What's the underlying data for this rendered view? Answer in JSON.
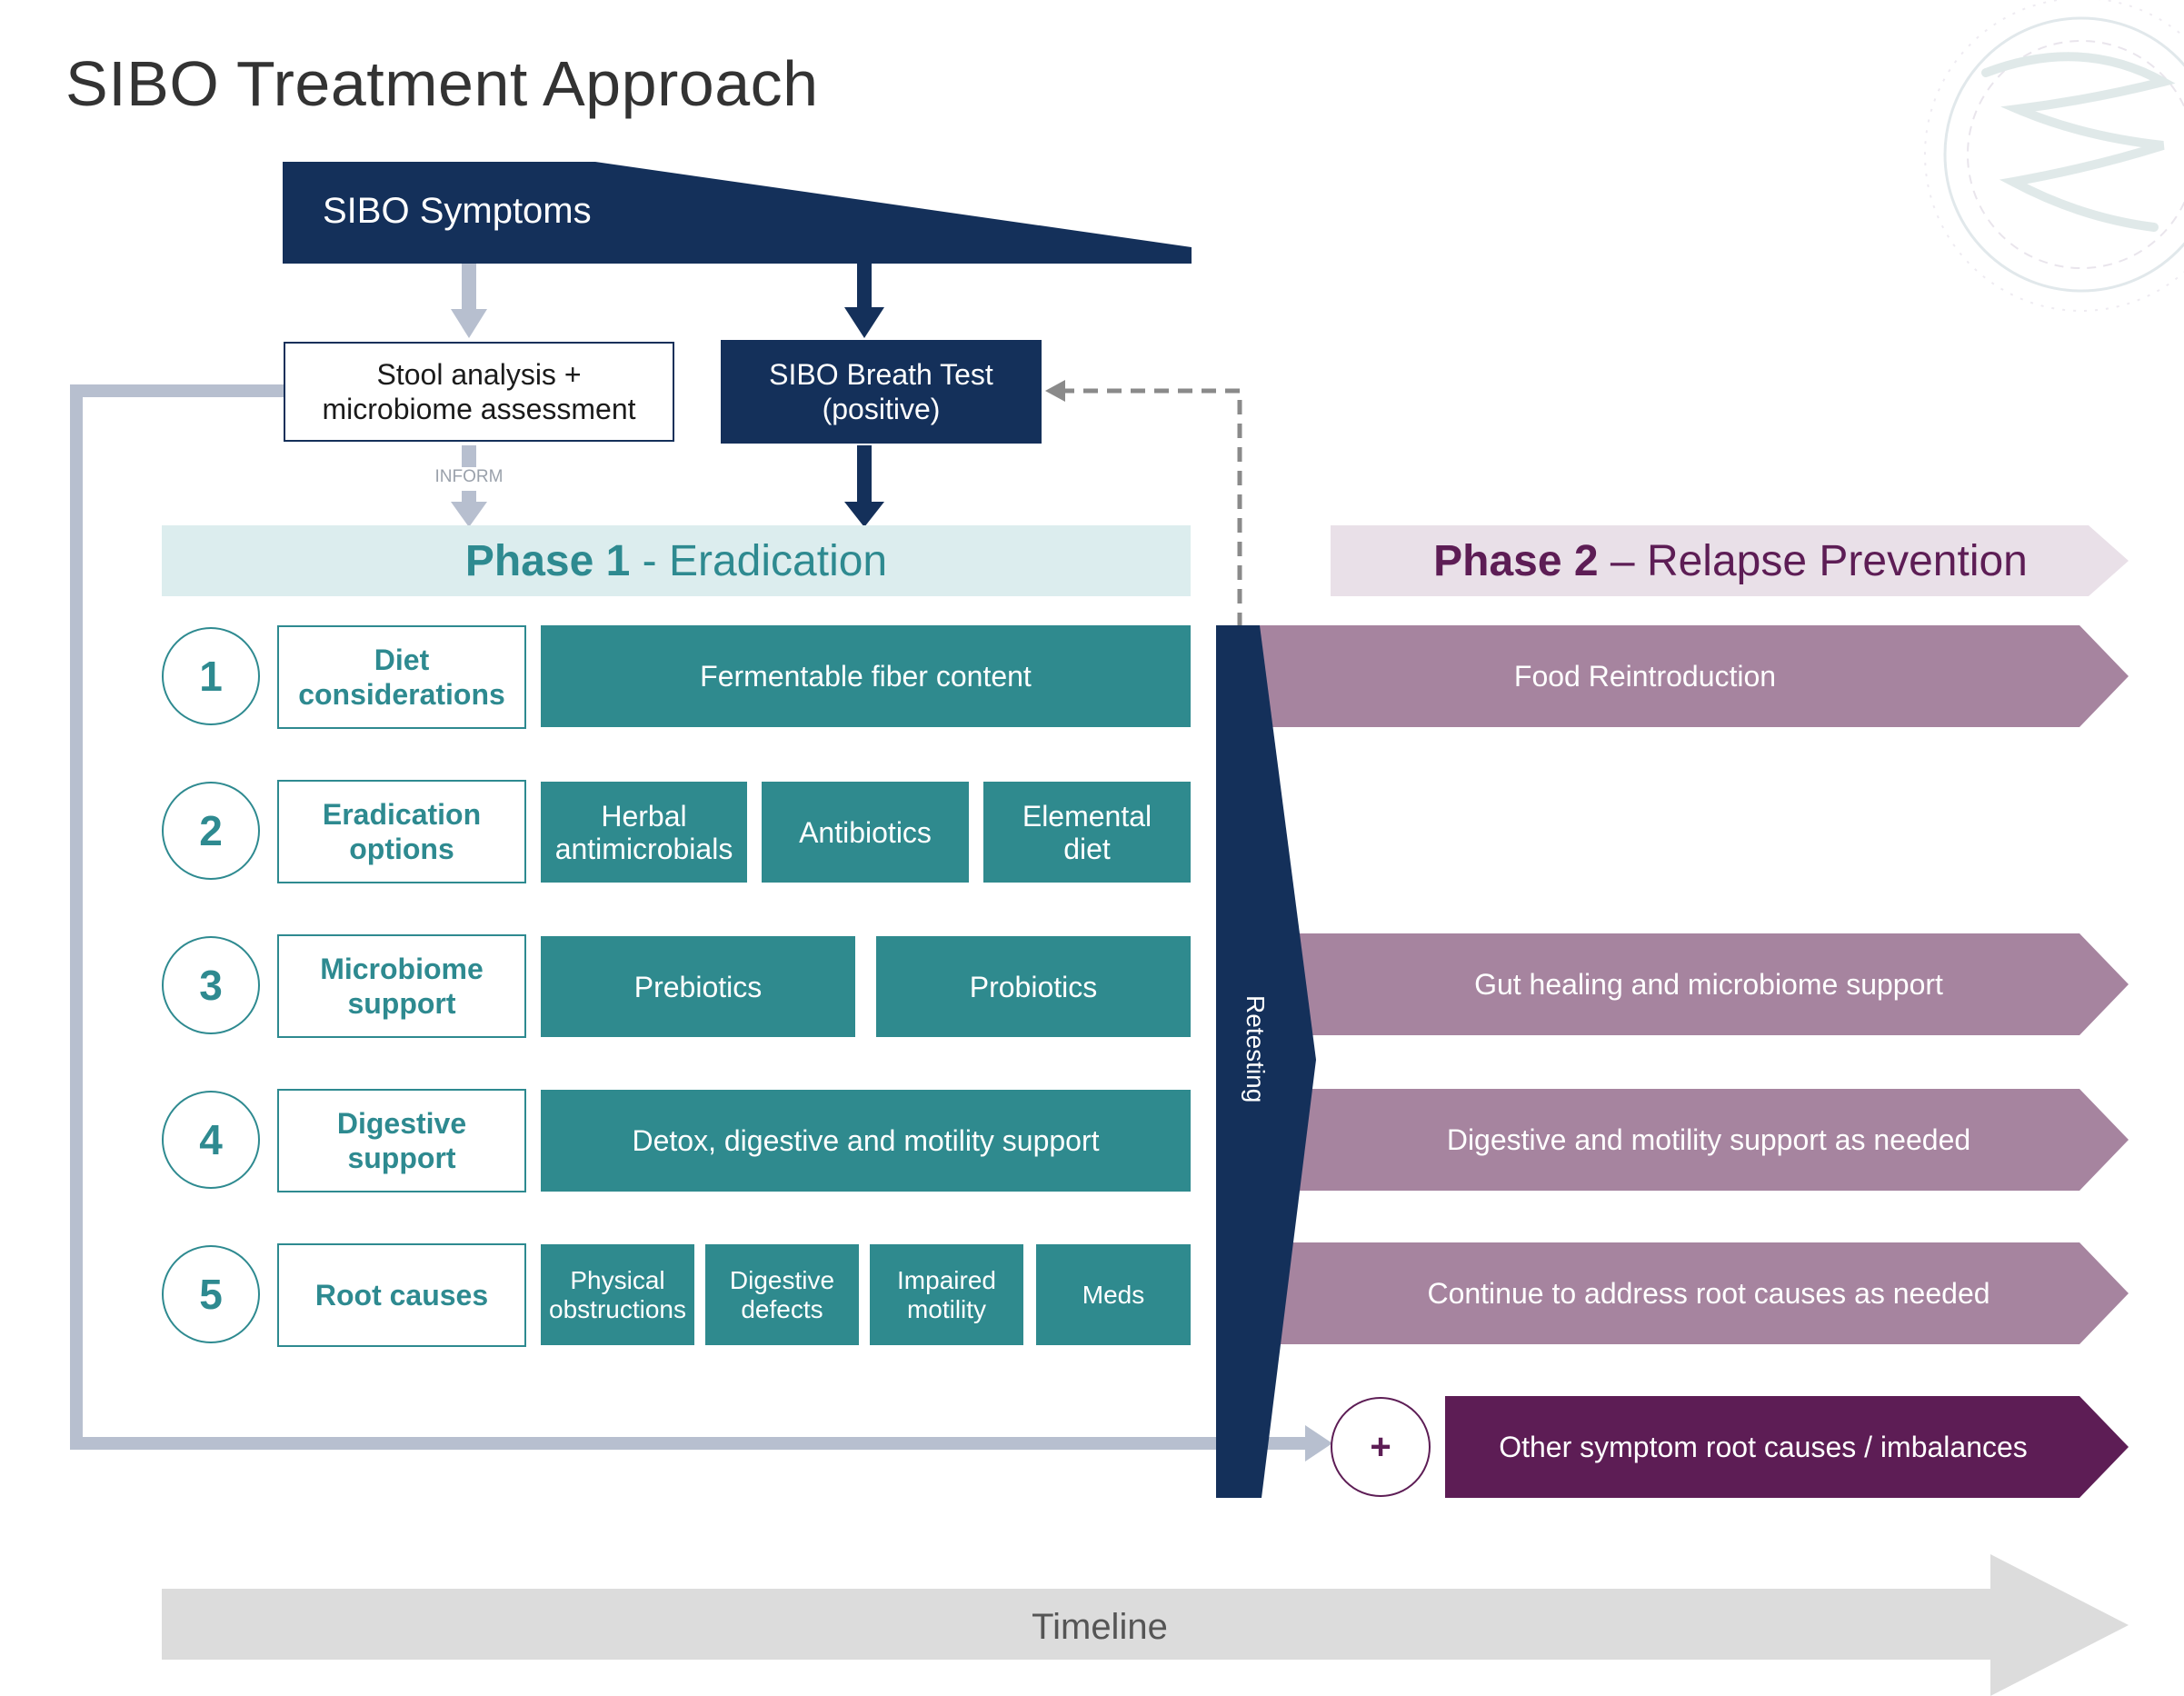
{
  "title": "SIBO Treatment Approach",
  "symptoms": "SIBO Symptoms",
  "stool_box": [
    "Stool analysis +",
    "microbiome assessment"
  ],
  "breath_box": [
    "SIBO Breath Test",
    "(positive)"
  ],
  "inform_label": "INFORM",
  "phase1": {
    "bold": "Phase 1",
    "rest": " - Eradication"
  },
  "phase2": {
    "bold": "Phase 2",
    "rest": " – Relapse Prevention"
  },
  "rows": [
    {
      "number": "1",
      "category": [
        "Diet",
        "considerations"
      ],
      "items": [
        [
          "Fermentable fiber content"
        ]
      ]
    },
    {
      "number": "2",
      "category": [
        "Eradication",
        "options"
      ],
      "items": [
        [
          "Herbal",
          "antimicrobials"
        ],
        [
          "Antibiotics"
        ],
        [
          "Elemental",
          "diet"
        ]
      ]
    },
    {
      "number": "3",
      "category": [
        "Microbiome",
        "support"
      ],
      "items": [
        [
          "Prebiotics"
        ],
        [
          "Probiotics"
        ]
      ]
    },
    {
      "number": "4",
      "category": [
        "Digestive",
        "support"
      ],
      "items": [
        [
          "Detox, digestive and motility support"
        ]
      ]
    },
    {
      "number": "5",
      "category": [
        "Root causes"
      ],
      "items": [
        [
          "Physical",
          "obstructions"
        ],
        [
          "Digestive",
          "defects"
        ],
        [
          "Impaired",
          "motility"
        ],
        [
          "Meds"
        ]
      ]
    }
  ],
  "retesting": "Retesting",
  "phase2_items": {
    "food": "Food Reintroduction",
    "gut": "Gut healing and microbiome support",
    "digestive": "Digestive and motility support as needed",
    "root": "Continue to address root causes as needed",
    "other": "Other symptom root causes / imbalances"
  },
  "plus_symbol": "+",
  "timeline": "Timeline",
  "colors": {
    "navy": "#14305a",
    "teal": "#2f8a8e",
    "phase1_band": "#dcedee",
    "phase2_band": "#e9e0e8",
    "mauve": "#a6849f",
    "plum": "#5d1d55",
    "connector_gray": "#b7bfcf",
    "timeline_gray": "#dcdcdc"
  },
  "icons": {
    "decoration": "mandala-intestine-icon"
  }
}
